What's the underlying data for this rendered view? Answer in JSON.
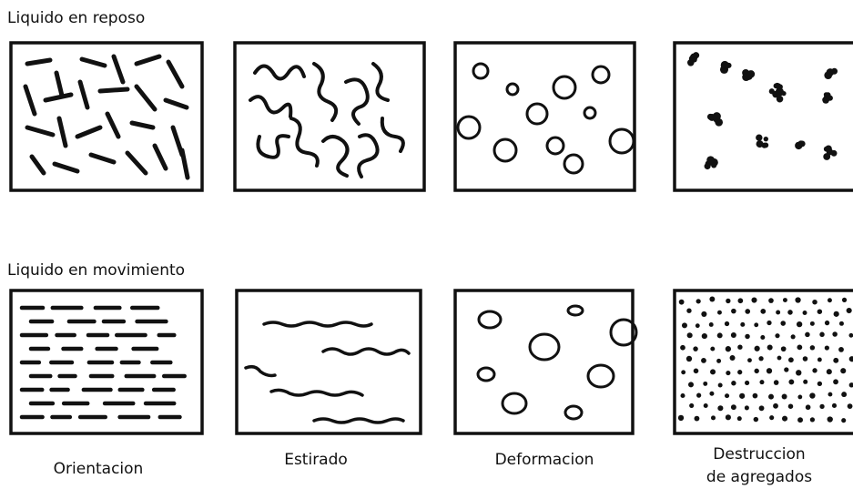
{
  "rows": [
    {
      "title": "Liquido en reposo",
      "panels": [
        {
          "depiction": "randomly oriented rod-like particles"
        },
        {
          "depiction": "coiled chain molecules"
        },
        {
          "depiction": "round droplets"
        },
        {
          "depiction": "clustered aggregates"
        }
      ]
    },
    {
      "title": "Liquido en movimiento",
      "panels": [
        {
          "depiction": "aligned rod-like particles",
          "caption": "Orientacion"
        },
        {
          "depiction": "stretched chain molecules",
          "caption": "Estirado"
        },
        {
          "depiction": "deformed droplets",
          "caption": "Deformacion"
        },
        {
          "depiction": "dispersed small particles",
          "caption_line1": "Destruccion",
          "caption_line2": "de agregados"
        }
      ]
    }
  ]
}
